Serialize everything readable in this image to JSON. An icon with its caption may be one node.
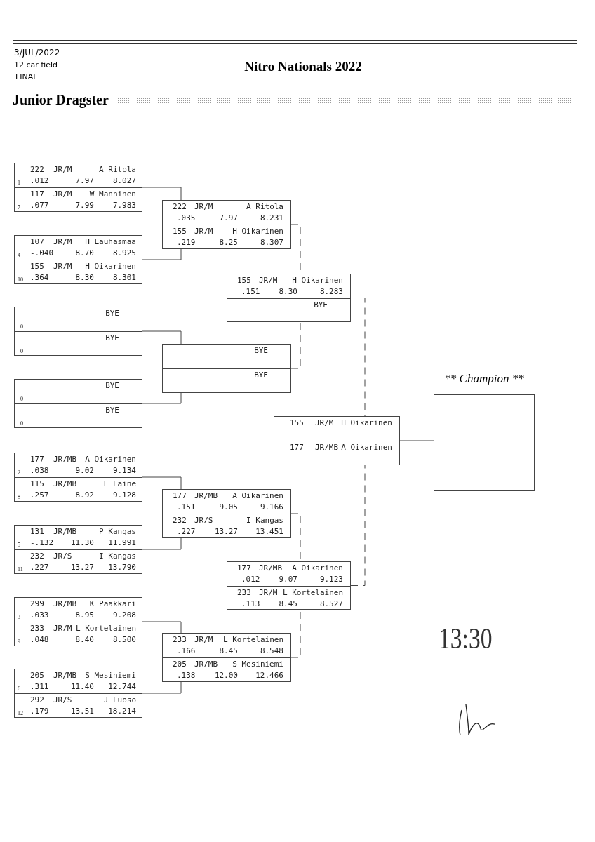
{
  "diagram": {
    "title": "Nitro Nationals 2022",
    "nodes": [
      {
        "text": [],
        "shape": "box"
      },
      {
        "text": [
          "222",
          "JR/M",
          "A Ritola",
          "1",
          ".012",
          "7.97",
          "8.027"
        ],
        "in": 0
      },
      {
        "text": [
          "117",
          "JR/M",
          "W Manninen",
          "7",
          ".077",
          "7.99",
          "7.983"
        ],
        "in": 0
      },
      {
        "text": [],
        "shape": "box"
      },
      {
        "text": [
          "107",
          "JR/M",
          "H Lauhasmaa",
          "4",
          "-.040",
          "8.70",
          "8.925"
        ],
        "in": 3
      },
      {
        "text": [
          "155",
          "JR/M",
          "H Oikarinen",
          "10",
          ".364",
          "8.30",
          "8.301"
        ],
        "in": 3
      },
      {
        "text": [],
        "shape": "box"
      },
      {
        "text": [
          "BYE",
          "0"
        ],
        "in": 6
      },
      {
        "text": [
          "BYE",
          "0"
        ],
        "in": 6
      },
      {
        "text": [],
        "shape": "box"
      },
      {
        "text": [
          "BYE",
          "0"
        ],
        "in": 9
      },
      {
        "text": [
          "BYE",
          "0"
        ],
        "in": 9
      },
      {
        "text": [],
        "shape": "box"
      },
      {
        "text": [
          "177",
          "JR/MB",
          "A Oikarinen",
          "2",
          ".038",
          "9.02",
          "9.134"
        ],
        "in": 12
      },
      {
        "text": [
          "115",
          "JR/MB",
          "E Laine",
          "8",
          ".257",
          "8.92",
          "9.128"
        ],
        "in": 12
      },
      {
        "text": [],
        "shape": "box"
      },
      {
        "text": [
          "131",
          "JR/MB",
          "P Kangas",
          "5",
          "-.132",
          "11.30",
          "11.991"
        ],
        "in": 15
      },
      {
        "text": [
          "232",
          "JR/S",
          "I Kangas",
          "11",
          ".227",
          "13.27",
          "13.790"
        ],
        "in": 15
      },
      {
        "text": [],
        "shape": "box"
      },
      {
        "text": [
          "299",
          "JR/MB",
          "K Paakkari",
          "3",
          ".033",
          "8.95",
          "9.208"
        ],
        "in": 18
      },
      {
        "text": [
          "233",
          "JR/M",
          "L Kortelainen",
          "9",
          ".048",
          "8.40",
          "8.500"
        ],
        "in": 18
      },
      {
        "text": [],
        "shape": "box"
      },
      {
        "text": [
          "205",
          "JR/MB",
          "S Mesiniemi",
          "6",
          ".311",
          "11.40",
          "12.744"
        ],
        "in": 21
      },
      {
        "text": [
          "292",
          "JR/S",
          "J Luoso",
          "12",
          ".179",
          "13.51",
          "18.214"
        ],
        "in": 21
      },
      {
        "text": [],
        "shape": "box"
      },
      {
        "text": [
          "222",
          "JR/M",
          "A Ritola",
          ".035",
          "7.97",
          "8.231"
        ],
        "in": 24
      },
      {
        "text": [
          "155",
          "JR/M",
          "H Oikarinen",
          ".219",
          "8.25",
          "8.307"
        ],
        "in": 24
      },
      {
        "text": [],
        "shape": "box"
      },
      {
        "text": [
          "BYE"
        ],
        "in": 27
      },
      {
        "text": [
          "BYE"
        ],
        "in": 27
      },
      {
        "text": [],
        "shape": "box"
      },
      {
        "text": [
          "177",
          "JR/MB",
          "A Oikarinen",
          ".151",
          "9.05",
          "9.166"
        ],
        "in": 30
      },
      {
        "text": [
          "232",
          "JR/S",
          "I Kangas",
          ".227",
          "13.27",
          "13.451"
        ],
        "in": 30
      },
      {
        "text": [],
        "shape": "box"
      },
      {
        "text": [
          "233",
          "JR/M",
          "L Kortelainen",
          ".166",
          "8.45",
          "8.548"
        ],
        "in": 33
      },
      {
        "text": [
          "205",
          "JR/MB",
          "S Mesiniemi",
          ".138",
          "12.00",
          "12.466"
        ],
        "in": 33
      },
      {
        "text": [],
        "shape": "box"
      },
      {
        "text": [
          "155",
          "JR/M",
          "H Oikarinen",
          ".151",
          "8.30",
          "8.283"
        ],
        "in": 36
      },
      {
        "text": [
          "BYE"
        ],
        "in": 36
      },
      {
        "text": [],
        "shape": "box"
      },
      {
        "text": [
          "177",
          "JR/MB",
          "A Oikarinen",
          ".012",
          "9.07",
          "9.123"
        ],
        "in": 39
      },
      {
        "text": [
          "233",
          "JR/M",
          "L Kortelainen",
          ".113",
          "8.45",
          "8.527"
        ],
        "in": 39
      },
      {
        "text": [],
        "shape": "box"
      },
      {
        "text": [
          "155",
          "JR/M",
          "H Oikarinen"
        ],
        "in": 42
      },
      {
        "text": [
          "177",
          "JR/MB",
          "A Oikarinen"
        ],
        "in": 42
      },
      {
        "text": [
          "** Champion **"
        ]
      }
    ],
    "edges": [
      {
        "from": 0,
        "to": 24,
        "arrow": "none"
      },
      {
        "from": 3,
        "to": 24,
        "arrow": "none"
      },
      {
        "from": 6,
        "to": 27,
        "arrow": "none"
      },
      {
        "from": 9,
        "to": 27,
        "arrow": "none"
      },
      {
        "from": 12,
        "to": 30,
        "arrow": "none"
      },
      {
        "from": 15,
        "to": 30,
        "arrow": "none"
      },
      {
        "from": 18,
        "to": 33,
        "arrow": "none"
      },
      {
        "from": 21,
        "to": 33,
        "arrow": "none"
      },
      {
        "from": 24,
        "to": 36,
        "arrow": "none",
        "style": "dashed"
      },
      {
        "from": 27,
        "to": 36,
        "arrow": "none",
        "style": "dashed"
      },
      {
        "from": 30,
        "to": 39,
        "arrow": "none",
        "style": "dashed"
      },
      {
        "from": 33,
        "to": 39,
        "arrow": "none",
        "style": "dashed"
      },
      {
        "from": 36,
        "to": 42,
        "arrow": "none",
        "style": "dashed"
      },
      {
        "from": 39,
        "to": 42,
        "arrow": "none",
        "style": "dashed"
      },
      {
        "from": 42,
        "to": 45,
        "arrow": "none"
      }
    ],
    "labels": [
      "3/JUL/2022",
      "12 car field",
      "FINAL",
      "Junior Dragster",
      "13:30"
    ]
  }
}
